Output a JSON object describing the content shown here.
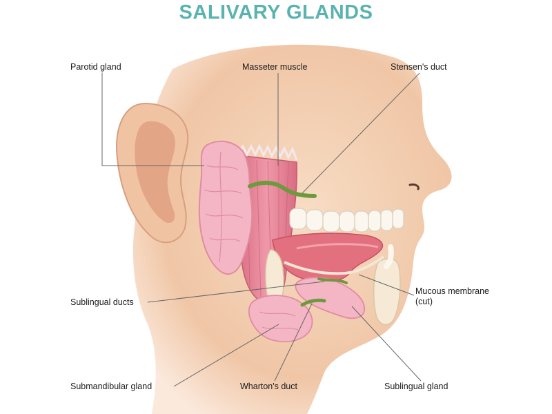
{
  "title": "SALIVARY GLANDS",
  "colors": {
    "title": "#5bb3b0",
    "skin": "#f2cdb0",
    "skin_shadow": "#e4ae8d",
    "gland": "#f4b7c6",
    "muscle": "#e57f93",
    "duct": "#6e9a3f",
    "teeth": "#fbf7ef",
    "mouth": "#e3707e",
    "leader": "#666666"
  },
  "labels": {
    "parotid_gland": "Parotid gland",
    "masseter_muscle": "Masseter muscle",
    "stensens_duct": "Stensen's duct",
    "sublingual_ducts": "Sublingual ducts",
    "mucous_membrane": "Mucous membrane (cut)",
    "submandibular_gland": "Submandibular gland",
    "whartons_duct": "Wharton's duct",
    "sublingual_gland": "Sublingual gland"
  }
}
